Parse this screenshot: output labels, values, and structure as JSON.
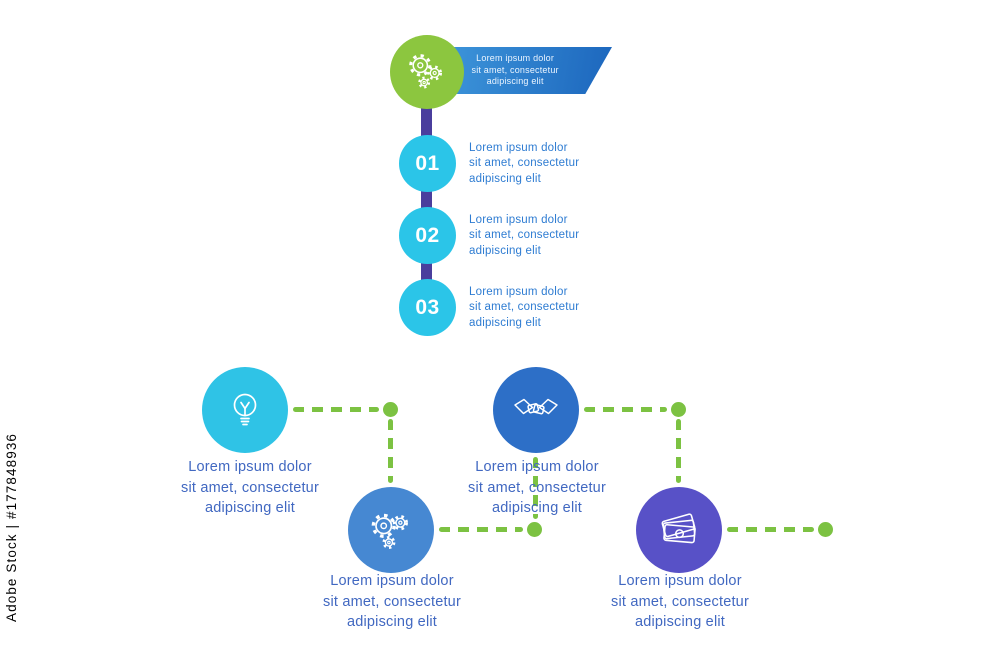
{
  "watermark": {
    "text": "Adobe Stock | #177848936"
  },
  "colors": {
    "green": "#8cc63f",
    "banner-blue-1": "#3d95da",
    "banner-blue-2": "#1c66bd",
    "purple-line": "#4a3e9d",
    "cyan": "#2bc5e8",
    "timeline-text": "#2e7cd2",
    "process-text": "#4168c1",
    "dash-green": "#7cc242",
    "idea-cyan": "#2fc3e6",
    "handshake-blue": "#2d6fc7",
    "gears-blue": "#4688d2",
    "money-purple": "#5851c7"
  },
  "timeline": {
    "header": {
      "icon": "gears-icon",
      "text": "Lorem ipsum dolor\nsit amet, consectetur\nadipiscing elit"
    },
    "steps": [
      {
        "number": "01",
        "text": "Lorem ipsum dolor\nsit amet, consectetur\nadipiscing elit"
      },
      {
        "number": "02",
        "text": "Lorem ipsum dolor\nsit amet, consectetur\nadipiscing elit"
      },
      {
        "number": "03",
        "text": "Lorem ipsum dolor\nsit amet, consectetur\nadipiscing elit"
      }
    ]
  },
  "process": {
    "steps": [
      {
        "icon": "lightbulb-icon",
        "text": "Lorem ipsum dolor\nsit amet, consectetur\nadipiscing elit"
      },
      {
        "icon": "gears-icon",
        "text": "Lorem ipsum dolor\nsit amet, consectetur\nadipiscing elit"
      },
      {
        "icon": "handshake-icon",
        "text": "Lorem ipsum dolor\nsit amet, consectetur\nadipiscing elit"
      },
      {
        "icon": "money-icon",
        "text": "Lorem ipsum dolor\nsit amet, consectetur\nadipiscing elit"
      }
    ]
  }
}
